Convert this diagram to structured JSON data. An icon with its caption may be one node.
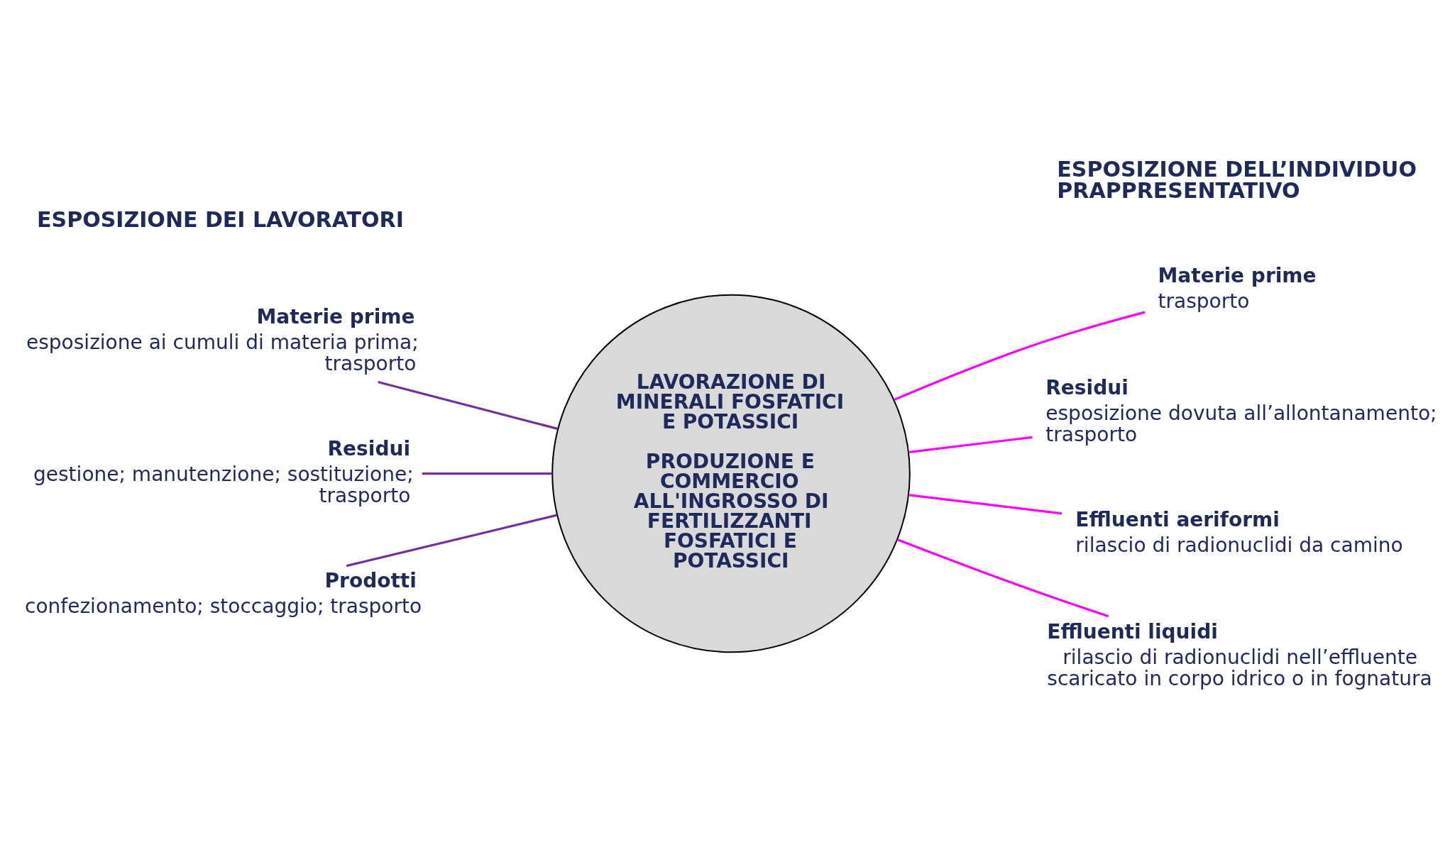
{
  "diagram": {
    "nodes": [
      {
        "text": [
          "Materie prime",
          "esposizione ai cumuli di materia prima; trasporto"
        ]
      },
      {
        "text": [
          "Materie prime",
          "trasporto"
        ]
      },
      {
        "text": [
          "LAVORAZIONE DI MINERALI FOSFATICI E POTASSICI",
          "PRODUZIONE E COMMERCIO ALL'INGROSSO DI FERTILIZZANTI FOSFATICI E POTASSICI"
        ]
      },
      {
        "text": [
          "Residui",
          "esposizione dovuta all’allontanamento; trasporto"
        ]
      },
      {
        "text": [
          "Residui",
          "gestione; manutenzione; sostituzione; trasporto"
        ]
      },
      {
        "text": [
          "Effluenti aeriformi",
          "rilascio di radionuclidi da camino"
        ]
      },
      {
        "text": [
          "Prodotti",
          "confezionamento; stoccaggio; trasporto"
        ]
      },
      {
        "text": [
          "Effluenti liquidi",
          "rilascio di radionuclidi nell’effluente scaricato in corpo idrico o in fognatura"
        ]
      }
    ],
    "edges": [
      {
        "from": 0,
        "to": 2,
        "arrow": "none",
        "color": "#7030a0"
      },
      {
        "from": 2,
        "to": 1,
        "arrow": "none"
      },
      {
        "from": 2,
        "to": 3,
        "arrow": "none"
      },
      {
        "from": 4,
        "to": 2,
        "arrow": "none",
        "color": "#7030a0"
      },
      {
        "from": 2,
        "to": 5,
        "arrow": "none"
      },
      {
        "from": 6,
        "to": 2,
        "arrow": "none",
        "color": "#7030a0"
      },
      {
        "from": 2,
        "to": 7,
        "arrow": "none"
      }
    ],
    "labels": [
      "ESPOSIZIONE DEI LAVORATORI",
      "ESPOSIZIONE DELL’INDIVIDUO PRAPPRESENTATIVO"
    ]
  }
}
